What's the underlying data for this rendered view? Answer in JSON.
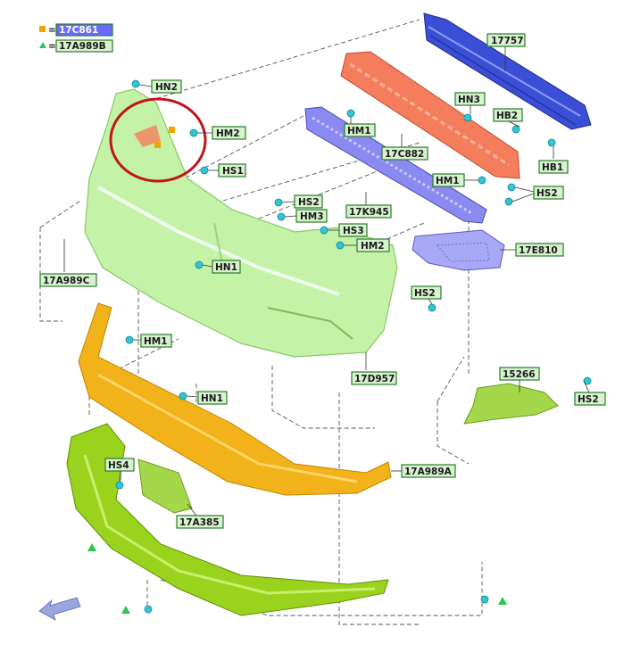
{
  "legend": {
    "square_code": "17C861",
    "triangle_code": "17A989B",
    "equals": "="
  },
  "labels": {
    "hn2": "HN2",
    "hm2_top": "HM2",
    "hs1": "HS1",
    "hs2_a": "HS2",
    "hm3": "HM3",
    "hs3": "HS3",
    "hm2_mid": "HM2",
    "hn1_a": "HN1",
    "a17a989c": "17A989C",
    "p17757": "17757",
    "hn3": "HN3",
    "hb2": "HB2",
    "hb1": "HB1",
    "hm1_top": "HM1",
    "p17c882": "17C882",
    "hm1_mid": "HM1",
    "hs2_b": "HS2",
    "p17k945": "17K945",
    "p17e810": "17E810",
    "hs2_c": "HS2",
    "hm1_low": "HM1",
    "p17d957": "17D957",
    "p15266": "15266",
    "hs2_d": "HS2",
    "hn1_b": "HN1",
    "hs4": "HS4",
    "p17a385": "17A385",
    "p17a989a": "17A989A"
  },
  "colors": {
    "highlight_circle": "#c0141c",
    "bumper_cover": "#c4f2a6",
    "upper_beam": "#3a4fd6",
    "absorber": "#f47d5e",
    "grille": "#8a8af0",
    "grille_insert": "#a8a8f6",
    "lower_lip": "#f2b21a",
    "splitter": "#9ad31e",
    "bracket": "#a4d84a",
    "clip": "#2fc6d6",
    "square_marker": "#f5a300",
    "triangle_marker": "#2ec552",
    "arrow": "#9aa6e0"
  },
  "icons": [
    "square-marker-icon",
    "triangle-marker-icon",
    "direction-arrow-icon",
    "clip-icon"
  ]
}
